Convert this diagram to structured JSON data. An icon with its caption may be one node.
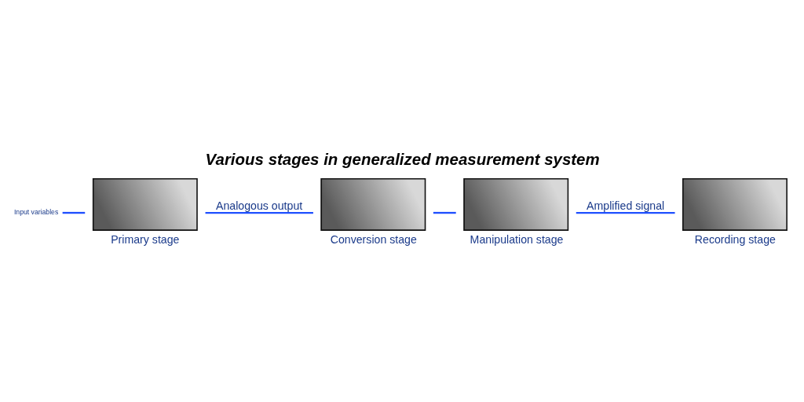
{
  "diagram": {
    "title": "Various stages in generalized measurement system",
    "nodes": [
      {
        "text": [
          "Input variables"
        ]
      },
      {
        "text": [
          "Primary stage"
        ]
      },
      {
        "text": [
          "Conversion stage"
        ]
      },
      {
        "text": [
          "Manipulation stage"
        ]
      },
      {
        "text": [
          "Recording stage"
        ]
      }
    ],
    "edges": [
      {
        "from": 0,
        "to": 1,
        "arrow": "none"
      },
      {
        "from": 1,
        "to": 2,
        "arrow": "none",
        "label": "Analogous output"
      },
      {
        "from": 2,
        "to": 3,
        "arrow": "none"
      },
      {
        "from": 3,
        "to": 4,
        "arrow": "none",
        "label": "Amplified signal"
      }
    ]
  }
}
